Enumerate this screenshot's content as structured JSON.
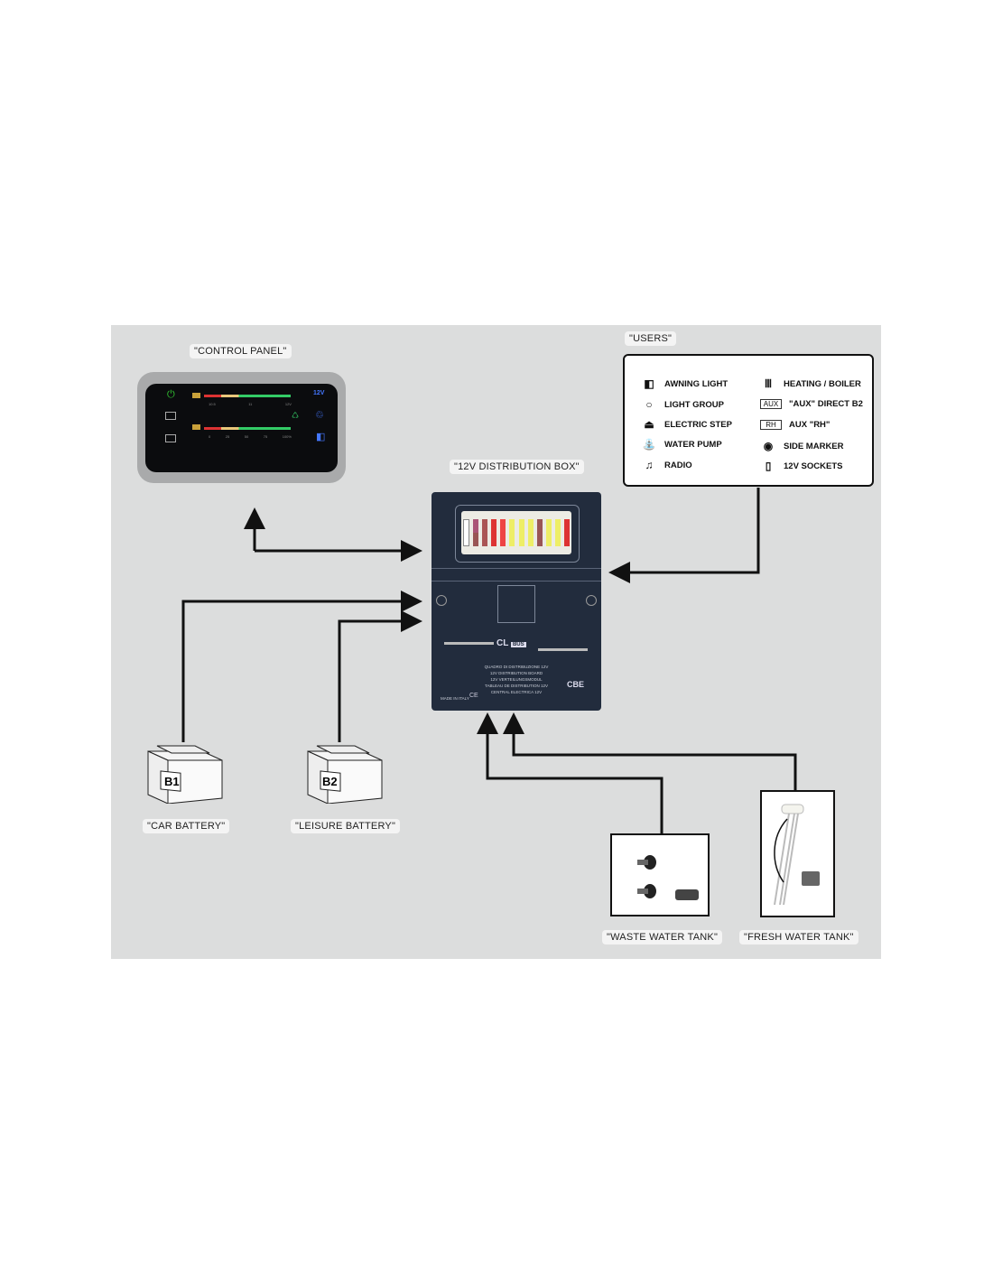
{
  "labels": {
    "control_panel": "\"CONTROL PANEL\"",
    "users": "\"USERS\"",
    "distribution_box": "\"12V DISTRIBUTION BOX\"",
    "car_battery": "\"CAR BATTERY\"",
    "leisure_battery": "\"LEISURE BATTERY\"",
    "waste_tank": "\"WASTE WATER TANK\"",
    "fresh_tank": "\"FRESH WATER TANK\""
  },
  "control_panel": {
    "scale_top": [
      "10.5",
      "11",
      "12V"
    ],
    "scale_bottom": [
      "0",
      "25",
      "50",
      "75",
      "100%"
    ],
    "badge": "12V"
  },
  "users": {
    "left": [
      {
        "icon": "awning-light",
        "label": "AWNING LIGHT"
      },
      {
        "icon": "light-bulb",
        "label": "LIGHT GROUP"
      },
      {
        "icon": "electric-step",
        "label": "ELECTRIC STEP"
      },
      {
        "icon": "water-pump",
        "label": "WATER PUMP"
      },
      {
        "icon": "music-note",
        "label": "RADIO"
      }
    ],
    "right": [
      {
        "icon": "heater",
        "label": "HEATING / BOILER",
        "box": ""
      },
      {
        "icon": "aux-box",
        "label": "\"AUX\" DIRECT B2",
        "box": "AUX"
      },
      {
        "icon": "rh-box",
        "label": "AUX \"RH\"",
        "box": "RH"
      },
      {
        "icon": "side-marker",
        "label": "SIDE MARKER",
        "box": ""
      },
      {
        "icon": "socket",
        "label": "12V SOCKETS",
        "box": ""
      }
    ]
  },
  "distribution_box": {
    "logo": "CL",
    "logo_sub": "BUS",
    "lines": [
      "QUADRO DI DISTRIBUZIONE 12V",
      "12V DISTRIBUTION BOARD",
      "12V VERTEILUNGSMODUL",
      "TABLEAU DE DISTRIBUTION 12V",
      "CENTRAL ELECTRICA 12V"
    ],
    "brand": "CBE",
    "made_in": "MADE IN ITALY",
    "ce": "CE"
  },
  "batteries": {
    "b1": "B1",
    "b2": "B2"
  },
  "colors": {
    "background": "#dcdddd",
    "box": "#222c3d",
    "line": "#111111"
  }
}
